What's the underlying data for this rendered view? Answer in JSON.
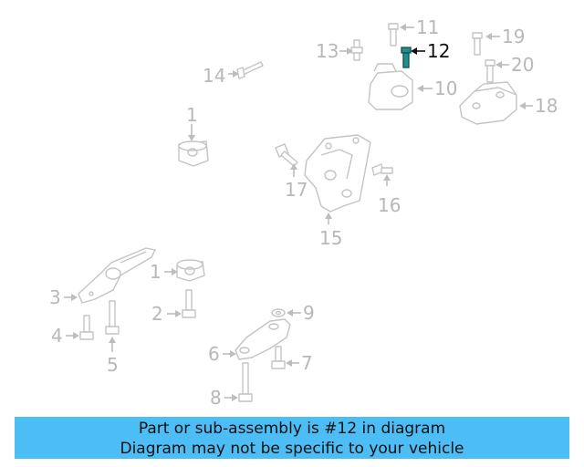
{
  "diagram": {
    "callouts": {
      "c1a": "1",
      "c1b": "1",
      "c2": "2",
      "c3": "3",
      "c4": "4",
      "c5": "5",
      "c6": "6",
      "c7": "7",
      "c8": "8",
      "c9": "9",
      "c10": "10",
      "c11": "11",
      "c12": "12",
      "c13": "13",
      "c14": "14",
      "c15": "15",
      "c16": "16",
      "c17": "17",
      "c18": "18",
      "c19": "19",
      "c20": "20"
    },
    "highlighted_part": "12",
    "colors": {
      "highlight": "#1f8f8f",
      "banner": "#4dbdf5",
      "lines": "#c4c4c4"
    }
  },
  "banner": {
    "line1": "Part or sub-assembly is #12 in diagram",
    "line2": "Diagram may not be specific to your vehicle"
  }
}
